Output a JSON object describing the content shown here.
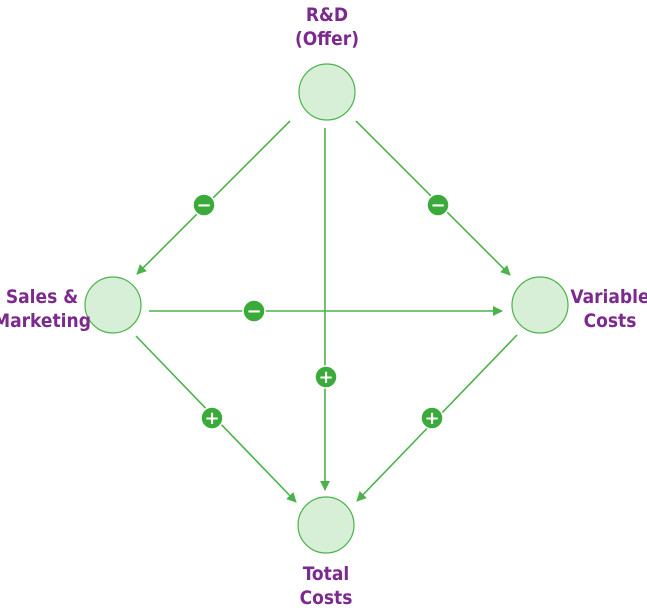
{
  "colors": {
    "node_fill": "#d6efd6",
    "node_stroke": "#4cb34c",
    "edge": "#4cb34c",
    "sign_fill": "#3aaa3a",
    "label": "#7b2a8e"
  },
  "nodes": [
    {
      "id": "rd",
      "lines": [
        "R&D",
        "(Offer)"
      ]
    },
    {
      "id": "sales",
      "lines": [
        "Sales &",
        "Marketing"
      ]
    },
    {
      "id": "variable",
      "lines": [
        "Variable",
        "Costs"
      ]
    },
    {
      "id": "total",
      "lines": [
        "Total",
        "Costs"
      ]
    }
  ],
  "edges": [
    {
      "from": "rd",
      "to": "sales",
      "sign": "−"
    },
    {
      "from": "rd",
      "to": "variable",
      "sign": "−"
    },
    {
      "from": "rd",
      "to": "total",
      "sign": "+"
    },
    {
      "from": "sales",
      "to": "variable",
      "sign": "−"
    },
    {
      "from": "sales",
      "to": "total",
      "sign": "+"
    },
    {
      "from": "variable",
      "to": "total",
      "sign": "+"
    }
  ]
}
